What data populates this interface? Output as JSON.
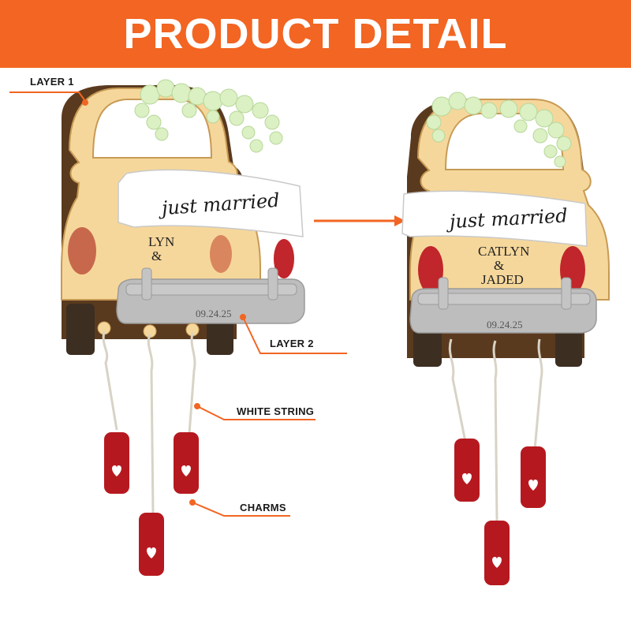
{
  "header": {
    "title": "PRODUCT DETAIL"
  },
  "colors": {
    "banner": "#f26522",
    "body": "#f6d79b",
    "body_shade": "#e8c07c",
    "outline": "#7a5a32",
    "wood_dark": "#5a3a1e",
    "tire": "#3d2e22",
    "bumper": "#bdbdbd",
    "flower": "#dbf0c3",
    "light_red": "#c0262b",
    "charm_red": "#b5191f",
    "string": "#e4e0d6",
    "callout_line": "#f26522"
  },
  "product": {
    "ribbon_text": "just married",
    "names_line1": "CATLYN",
    "names_line2": "&",
    "names_line3": "JADED",
    "names_partial1": "LYN",
    "date": "09.24.25"
  },
  "callouts": {
    "layer1": "LAYER 1",
    "layer2": "LAYER 2",
    "white_string": "WHITE STRING",
    "charms": "CHARMS"
  },
  "icons": [
    "heart-icon",
    "arrow-right-icon"
  ]
}
